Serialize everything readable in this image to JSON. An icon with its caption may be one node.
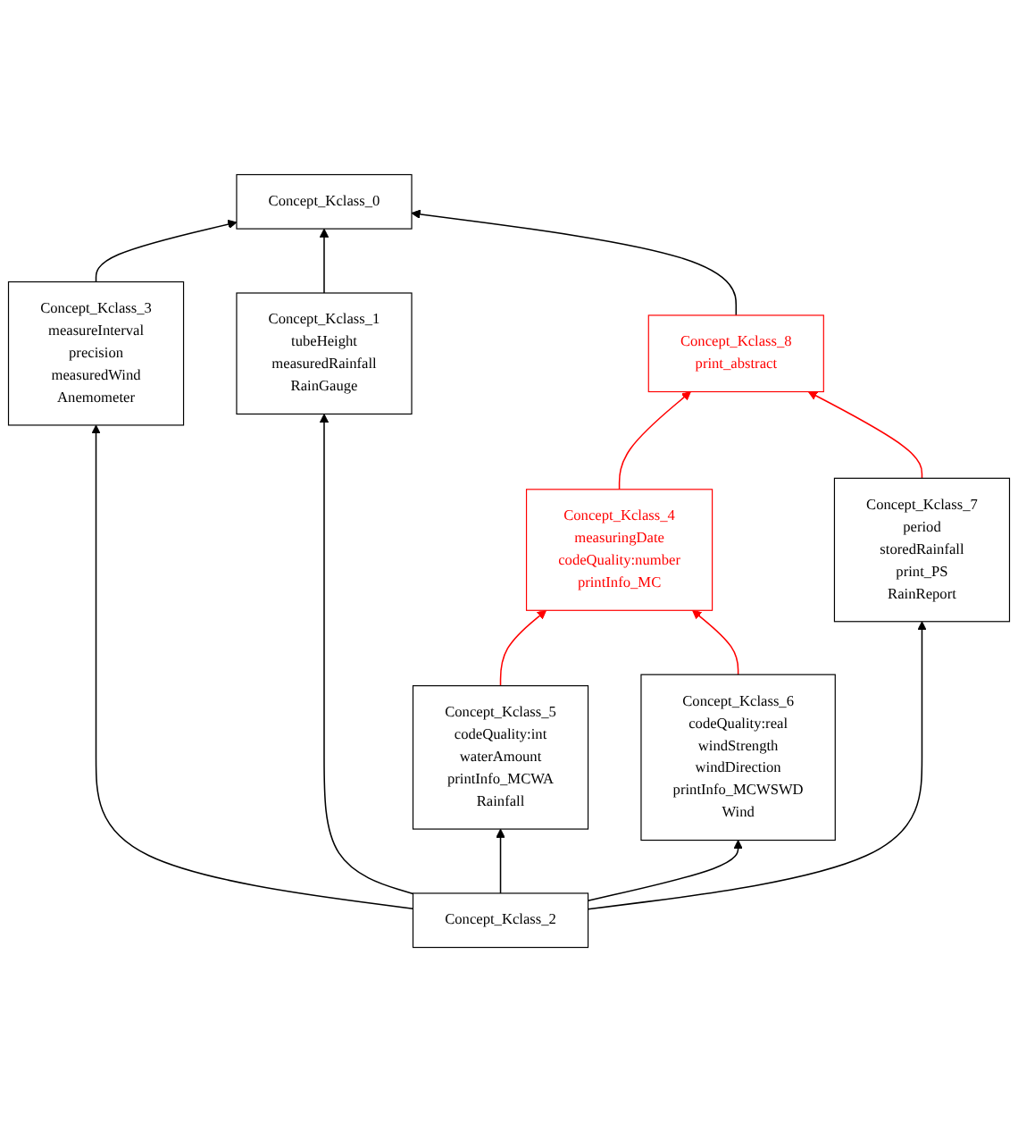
{
  "diagram": {
    "nodes": [
      {
        "text": [
          "Concept_Kclass_0"
        ]
      },
      {
        "text": [
          "Concept_Kclass_3",
          "measureInterval",
          "precision",
          "measuredWind",
          "Anemometer"
        ]
      },
      {
        "text": [
          "Concept_Kclass_8",
          "print_abstract"
        ]
      },
      {
        "text": [
          "Concept_Kclass_1",
          "tubeHeight",
          "measuredRainfall",
          "RainGauge"
        ]
      },
      {
        "text": [
          "Concept_Kclass_4",
          "measuringDate",
          "codeQuality:number",
          "printInfo_MC"
        ]
      },
      {
        "text": [
          "Concept_Kclass_7",
          "period",
          "storedRainfall",
          "print_PS",
          "RainReport"
        ]
      },
      {
        "text": [
          "Concept_Kclass_5",
          "codeQuality:int",
          "waterAmount",
          "printInfo_MCWA",
          "Rainfall"
        ]
      },
      {
        "text": [
          "Concept_Kclass_6",
          "codeQuality:real",
          "windStrength",
          "windDirection",
          "printInfo_MCWSWD",
          "Wind"
        ]
      },
      {
        "text": [
          "Concept_Kclass_2"
        ]
      }
    ],
    "edges": [
      {
        "from": 1,
        "to": 0,
        "arrow": "to"
      },
      {
        "from": 3,
        "to": 0,
        "arrow": "to"
      },
      {
        "from": 2,
        "to": 0,
        "arrow": "to"
      },
      {
        "from": 4,
        "to": 2,
        "arrow": "to",
        "color": "#ff0000"
      },
      {
        "from": 5,
        "to": 2,
        "arrow": "to",
        "color": "#ff0000"
      },
      {
        "from": 6,
        "to": 4,
        "arrow": "to",
        "color": "#ff0000"
      },
      {
        "from": 7,
        "to": 4,
        "arrow": "to",
        "color": "#ff0000"
      },
      {
        "from": 8,
        "to": 1,
        "arrow": "to"
      },
      {
        "from": 8,
        "to": 3,
        "arrow": "to"
      },
      {
        "from": 8,
        "to": 6,
        "arrow": "to"
      },
      {
        "from": 8,
        "to": 7,
        "arrow": "to"
      },
      {
        "from": 8,
        "to": 5,
        "arrow": "to"
      }
    ]
  }
}
